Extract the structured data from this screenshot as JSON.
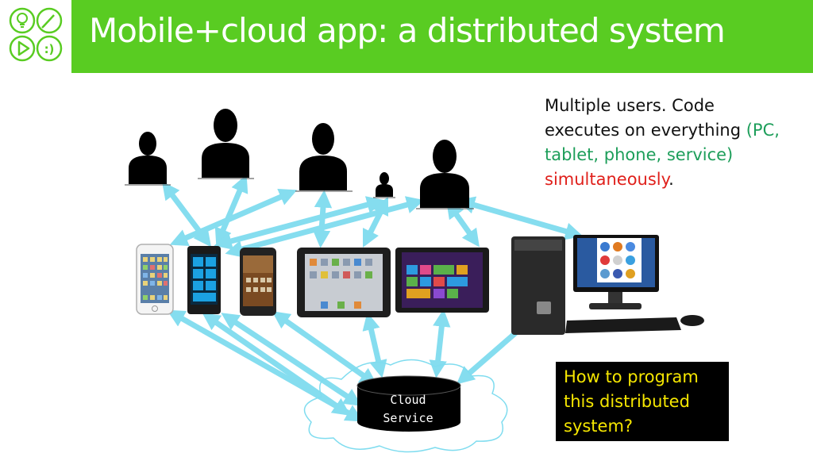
{
  "slide": {
    "title": "Mobile+cloud app: a distributed system",
    "accent_color": "#59cc22"
  },
  "logo": {
    "icons": [
      "lightbulb-icon",
      "pencil-icon",
      "play-icon",
      "smiley-icon"
    ],
    "smiley_text": ":)"
  },
  "description": {
    "text1": "Multiple users. Code executes on everything ",
    "green_text": "(PC, tablet, phone, service) ",
    "red_text": "simultaneously",
    "end_text": "."
  },
  "question": {
    "text": "How to program this distributed system?"
  },
  "diagram": {
    "cloud_label_line1": "Cloud",
    "cloud_label_line2": "Service",
    "users": 5,
    "devices": [
      "iphone",
      "windows-phone",
      "android-phone",
      "ipad",
      "windows-tablet",
      "desktop-pc"
    ]
  }
}
